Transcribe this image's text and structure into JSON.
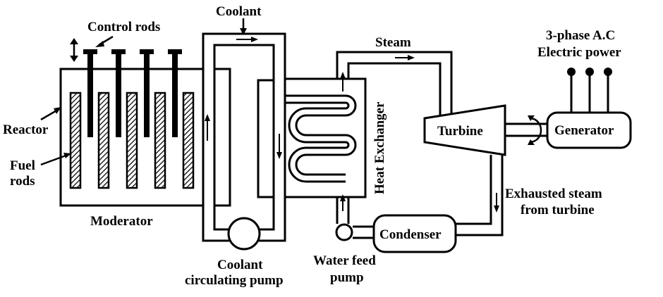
{
  "labels": {
    "control_rods": "Control rods",
    "coolant": "Coolant",
    "steam": "Steam",
    "three_phase_line1": "3-phase A.C",
    "three_phase_line2": "Electric power",
    "reactor": "Reactor",
    "fuel_rods_line1": "Fuel",
    "fuel_rods_line2": "rods",
    "moderator": "Moderator",
    "heat_exchanger": "Heat Exchanger",
    "turbine": "Turbine",
    "generator": "Generator",
    "exhausted_line1": "Exhausted steam",
    "exhausted_line2": "from turbine",
    "condenser": "Condenser",
    "coolant_pump_line1": "Coolant",
    "coolant_pump_line2": "circulating pump",
    "water_feed_line1": "Water feed",
    "water_feed_line2": "pump"
  },
  "colors": {
    "ink": "#000000",
    "background": "#ffffff"
  }
}
